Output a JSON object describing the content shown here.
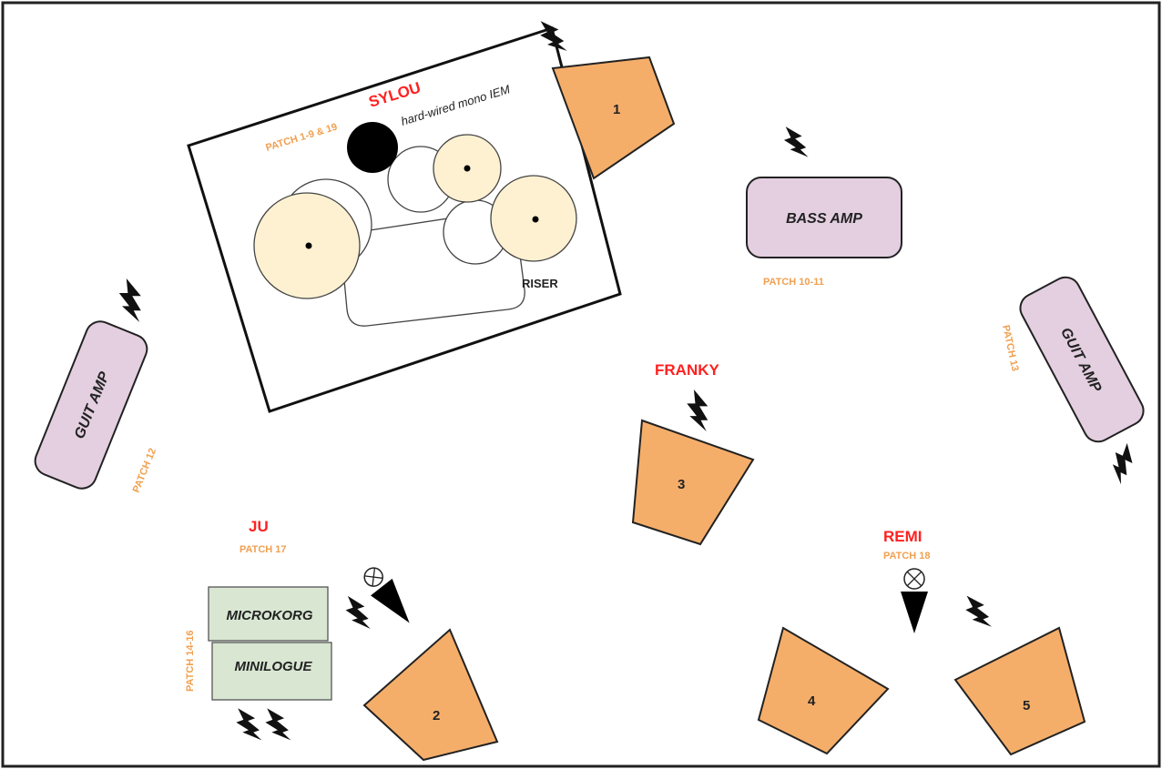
{
  "colors": {
    "wedge": "#f5ae6a",
    "amp": "#e3cfe0",
    "keyboard": "#d8e6d2",
    "cymbal": "#fdf1d2",
    "name": "#ff2020",
    "patch": "#f0a050",
    "outline": "#222222"
  },
  "icons": {
    "power": "power-plug-icon",
    "monitor_wedge": "monitor-wedge-icon",
    "microphone": "microphone-icon"
  },
  "drums": {
    "name": "SYLOU",
    "patch": "PATCH 1-9 & 19",
    "iem_note": "hard-wired mono IEM",
    "riser_label": "RISER"
  },
  "musicians": {
    "franky": "FRANKY",
    "ju": {
      "name": "JU",
      "patch": "PATCH 17"
    },
    "remi": {
      "name": "REMI",
      "patch": "PATCH 18"
    }
  },
  "amps": {
    "bass": {
      "label": "BASS AMP",
      "patch": "PATCH 10-11"
    },
    "guit_left": {
      "label": "GUIT AMP",
      "patch": "PATCH 12"
    },
    "guit_right": {
      "label": "GUIT AMP",
      "patch": "PATCH 13"
    }
  },
  "keyboards": {
    "microkorg": "MICROKORG",
    "minilogue": "MINILOGUE",
    "patch": "PATCH 14-16"
  },
  "wedges": [
    "1",
    "2",
    "3",
    "4",
    "5"
  ]
}
